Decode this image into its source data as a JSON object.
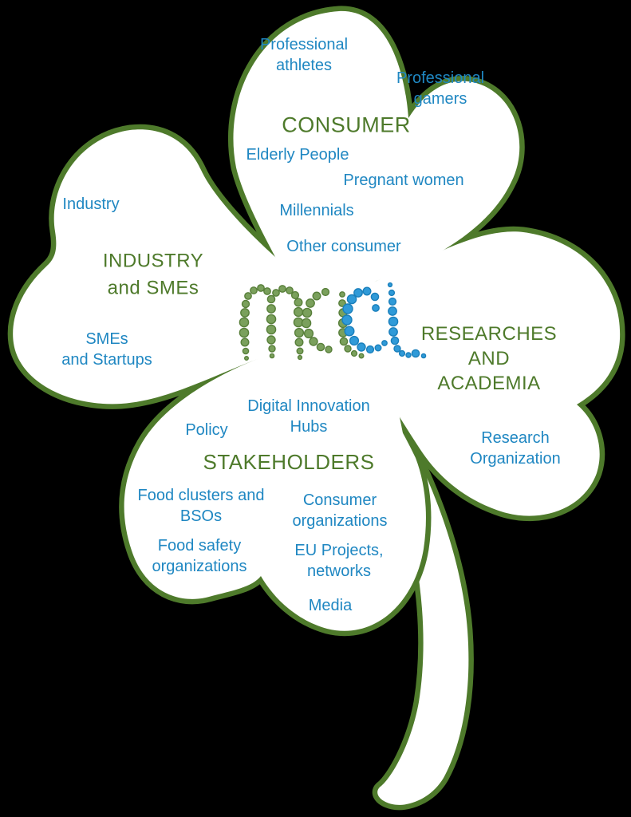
{
  "title": "mael stakeholder clover diagram",
  "logo": {
    "text_green": "ma",
    "text_blue": "el."
  },
  "colors": {
    "background": "#000000",
    "leaf_fill": "#ffffff",
    "leaf_outline_green": "#4e7a2b",
    "heading_green": "#4e7a2b",
    "label_blue": "#1f87c2",
    "logo_dot_green": "#7aa05c",
    "logo_dot_blue": "#2f9ad8"
  },
  "leaves": {
    "consumer": {
      "heading": "CONSUMER",
      "labels": {
        "professional_athletes": "Professional\nathletes",
        "professional_gamers": "Professional\ngamers",
        "elderly_people": "Elderly People",
        "pregnant_women": "Pregnant women",
        "millennials": "Millennials",
        "other_consumer": "Other consumer"
      }
    },
    "industry": {
      "heading": "INDUSTRY\nand SMEs",
      "labels": {
        "industry": "Industry",
        "smes_and_startups": "SMEs\nand Startups"
      }
    },
    "research": {
      "heading": "RESEARCHES\nAND ACADEMIA",
      "labels": {
        "research_organization": "Research\nOrganization"
      }
    },
    "stakeholders": {
      "heading": "STAKEHOLDERS",
      "labels": {
        "digital_innovation_hubs": "Digital Innovation\nHubs",
        "policy": "Policy",
        "food_clusters_and_bsos": "Food clusters and\nBSOs",
        "consumer_organizations": "Consumer\norganizations",
        "food_safety_organizations": "Food safety\norganizations",
        "eu_projects_networks": "EU Projects,\nnetworks",
        "media": "Media"
      }
    }
  }
}
